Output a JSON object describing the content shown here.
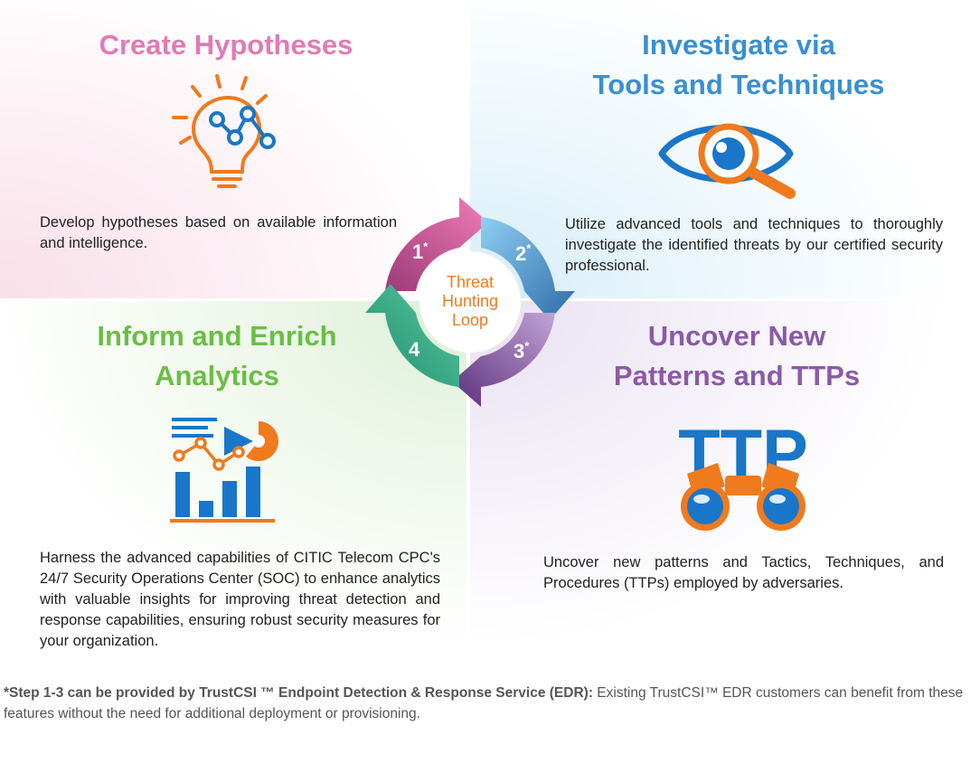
{
  "colors": {
    "pink": "#e07bb5",
    "blue": "#3a8fd1",
    "green": "#6abe45",
    "purple": "#8a5aa8",
    "orange": "#f07a1e",
    "icon_blue": "#1976c8"
  },
  "sections": {
    "create": {
      "title_lines": [
        "Create Hypotheses"
      ],
      "icon": "lightbulb-graph-icon",
      "text": "Develop hypotheses based on available information and intelligence."
    },
    "investigate": {
      "title_lines": [
        "Investigate via",
        "Tools and Techniques"
      ],
      "icon": "eye-magnifier-icon",
      "text": "Utilize advanced tools and techniques to thoroughly investigate the identified threats by our certified security professional."
    },
    "inform": {
      "title_lines": [
        "Inform and Enrich",
        "Analytics"
      ],
      "icon": "analytics-chart-icon",
      "text": "Harness the advanced capabilities of CITIC Telecom CPC's 24/7 Security Operations Center (SOC) to enhance analytics with valuable insights for improving threat detection and response capabilities, ensuring robust security measures for your organization."
    },
    "uncover": {
      "title_lines": [
        "Uncover New",
        "Patterns and TTPs"
      ],
      "icon": "ttp-binoculars-icon",
      "icon_label": "TTP",
      "text": "Uncover new patterns and Tactics, Techniques, and Procedures (TTPs) employed by adversaries."
    }
  },
  "loop": {
    "center_lines": [
      "Threat",
      "Hunting",
      "Loop"
    ],
    "steps": [
      {
        "num": "1",
        "mark": "*"
      },
      {
        "num": "2",
        "mark": "*"
      },
      {
        "num": "3",
        "mark": "*"
      },
      {
        "num": "4",
        "mark": ""
      }
    ]
  },
  "footnote": {
    "bold": "*Step 1-3 can be provided by TrustCSI ™ Endpoint Detection & Response Service (EDR):",
    "rest": " Existing TrustCSI™ EDR customers can benefit from these features without the need for additional deployment or provisioning."
  }
}
